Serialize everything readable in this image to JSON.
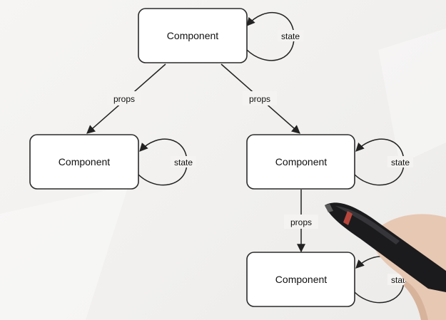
{
  "diagram": {
    "nodes": [
      {
        "id": "root",
        "label": "Component"
      },
      {
        "id": "left",
        "label": "Component"
      },
      {
        "id": "right",
        "label": "Component"
      },
      {
        "id": "bottom",
        "label": "Component"
      }
    ],
    "edges": [
      {
        "from": "root",
        "to": "left",
        "label": "props"
      },
      {
        "from": "root",
        "to": "right",
        "label": "props"
      },
      {
        "from": "right",
        "to": "bottom",
        "label": "props"
      }
    ],
    "self_loops": [
      {
        "node": "root",
        "label": "state"
      },
      {
        "node": "left",
        "label": "state"
      },
      {
        "node": "right",
        "label": "state"
      },
      {
        "node": "bottom",
        "label": "state"
      }
    ]
  },
  "colors": {
    "stroke": "#222222",
    "node_fill": "#ffffff",
    "background": "#f3f2f0"
  }
}
